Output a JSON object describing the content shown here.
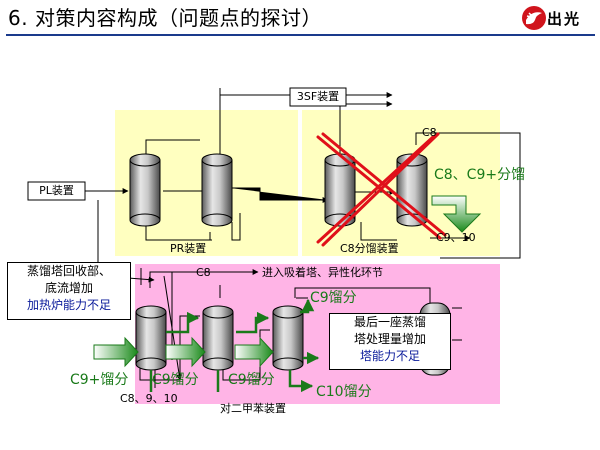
{
  "slide": {
    "title": "6. 对策内容构成（问题点的探讨）"
  },
  "brand": {
    "name": "出光",
    "logo_icon": "idemitsu-apollo-logo-icon",
    "logo_color": "#d0141c"
  },
  "colors": {
    "yellow_zone": "#ffffc0",
    "pink_zone": "#ffb4e6",
    "column_gray": "#9a9a9a",
    "flow_green": "#1a7a1a",
    "cross_red": "#e0101a",
    "title_rule": "#1a3a8c"
  },
  "units": {
    "pl": "PL装置",
    "sf3": "3SF装置",
    "pr": "PR装置",
    "c8_fraction": "C8分馏装置",
    "px": "对二甲苯装置"
  },
  "labels": {
    "c8_top": "C8",
    "c8_c9_fraction": "C8、C9+分馏",
    "c9_c10": "C9、10",
    "c8_px_top": "C8",
    "adsorber": "进入吸着塔、异性化环节",
    "c9_fraction_top": "C9馏分",
    "c9plus_fraction": "C9+馏分",
    "c9_fraction_a": "C9馏分",
    "c9_fraction_b": "C9馏分",
    "c10_fraction": "C10馏分",
    "c8_9_10": "C8、9、10"
  },
  "notes": {
    "left": {
      "line1": "蒸馏塔回收部、",
      "line2": "底流增加",
      "line3": "加热炉能力不足"
    },
    "right": {
      "line1": "最后一座蒸馏",
      "line2": "塔处理量增加",
      "line3": "塔能力不足"
    }
  }
}
